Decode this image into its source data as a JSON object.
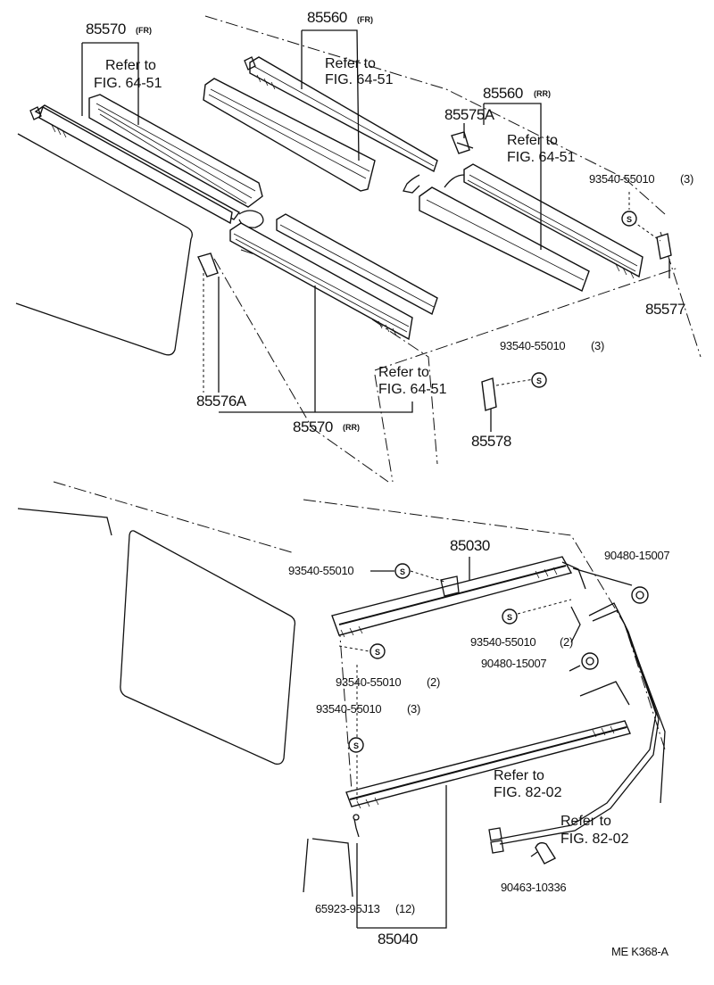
{
  "labels": {
    "p85570fr": "85570",
    "fr1": "(FR)",
    "p85560fr": "85560",
    "fr2": "(FR)",
    "p85560rr": "85560",
    "rr1": "(RR)",
    "p85575a": "85575A",
    "p85577": "85577",
    "p85576a": "85576A",
    "p85570rr": "85570",
    "rr2": "(RR)",
    "p85578": "85578",
    "p85030": "85030",
    "p85040": "85040",
    "s1": "93540-55010",
    "s1q": "(3)",
    "s2": "93540-55010",
    "s2q": "(3)",
    "s3": "93540-55010",
    "s4": "93540-55010",
    "s4q": "(2)",
    "s5": "93540-55010",
    "s5q": "(2)",
    "s6": "93540-55010",
    "s6q": "(3)",
    "g1": "90480-15007",
    "g2": "90480-15007",
    "clip": "90463-10336",
    "screw": "65923-95J13",
    "screwq": "(12)",
    "code": "ME  K368-A",
    "s_sym": "S"
  },
  "refs": {
    "refer_to": "Refer to",
    "fig6451": "FIG. 64-51",
    "fig8202": "FIG. 82-02"
  }
}
